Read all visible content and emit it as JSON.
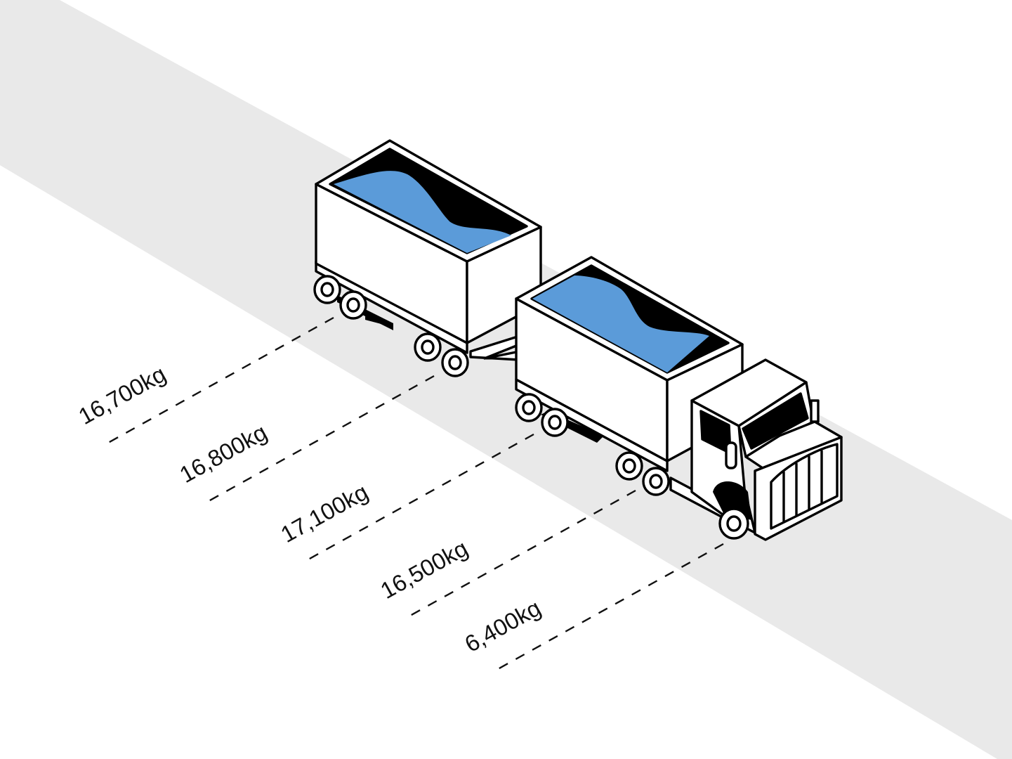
{
  "colors": {
    "background": "#ffffff",
    "road": "#e9e9e9",
    "load": "#5b9bd9",
    "ink": "#000000",
    "body": "#ffffff"
  },
  "labels": [
    {
      "id": "trailer-rear-axle",
      "text": "16,700kg"
    },
    {
      "id": "trailer-front-axle",
      "text": "16,800kg"
    },
    {
      "id": "lead-trailer-rear-axle",
      "text": "17,100kg"
    },
    {
      "id": "prime-mover-drive-axle",
      "text": "16,500kg"
    },
    {
      "id": "steer-axle",
      "text": "6,400kg"
    }
  ]
}
